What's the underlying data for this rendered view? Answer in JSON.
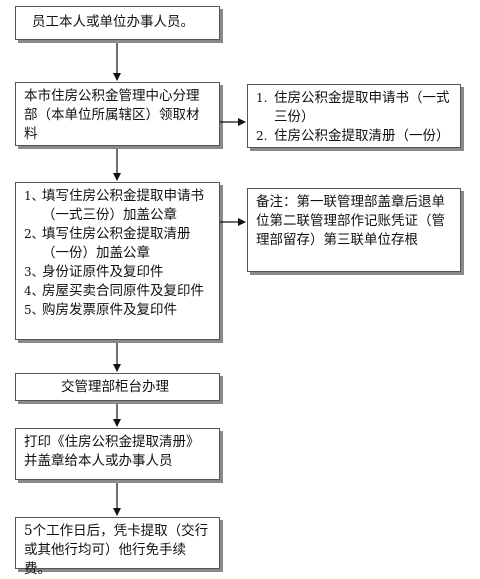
{
  "flow": {
    "step1": "员工本人或单位办事人员。",
    "step2": "本市住房公积金管理中心分理部（本单位所属辖区）领取材料",
    "materials": [
      {
        "num": "1.",
        "text": "住房公积金提取申请书（一式三份）"
      },
      {
        "num": "2.",
        "text": "住房公积金提取清册（一份）"
      }
    ],
    "documents": [
      {
        "num": "1、",
        "text": "填写住房公积金提取申请书（一式三份）加盖公章"
      },
      {
        "num": "2、",
        "text": "填写住房公积金提取清册（一份）加盖公章"
      },
      {
        "num": "3、",
        "text": "身份证原件及复印件"
      },
      {
        "num": "4、",
        "text": "房屋买卖合同原件及复印件"
      },
      {
        "num": "5、",
        "text": "购房发票原件及复印件"
      }
    ],
    "note": "备注：第一联管理部盖章后退单位第二联管理部作记账凭证（管理部留存）第三联单位存根",
    "step4": "交管理部柜台办理",
    "step5": "打印《住房公积金提取清册》并盖章给本人或办事人员",
    "step6": "5个工作日后，凭卡提取（交行或其他行均可）他行免手续费。"
  }
}
